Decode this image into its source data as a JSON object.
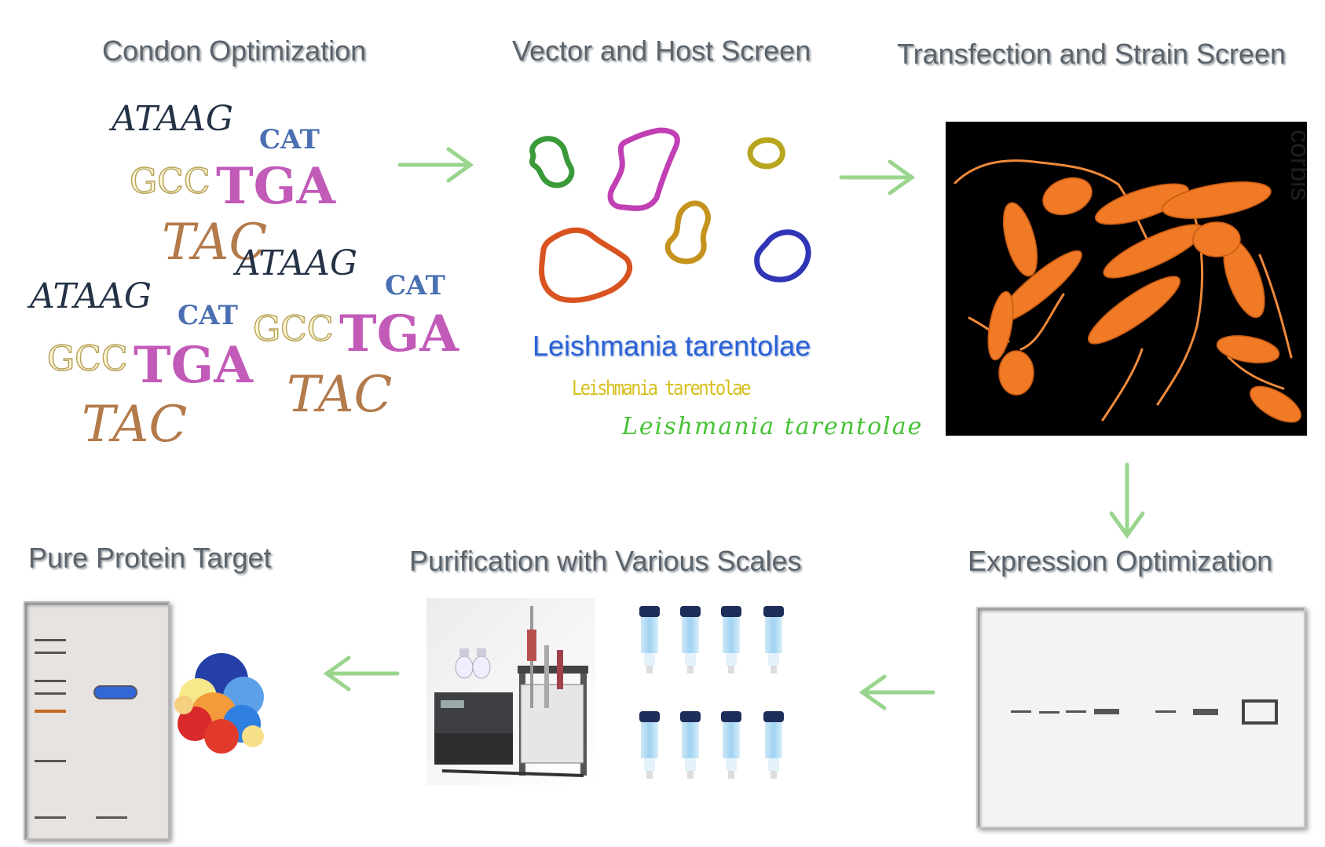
{
  "stages": {
    "codon": "Condon Optimization",
    "vector": "Vector and Host Screen",
    "transfection": "Transfection and Strain Screen",
    "expression": "Expression Optimization",
    "purification": "Purification with Various Scales",
    "pure": "Pure Protein Target"
  },
  "codons": {
    "seq": "ATAAG",
    "cat": "CAT",
    "gcc": "GCC",
    "tga": "TGA",
    "tac": "TAC"
  },
  "species": {
    "name1": "Leishmania tarentolae",
    "name2": "Leishmania tarentolae",
    "name3": "Leishmania tarentolae"
  },
  "watermark": "corbis",
  "colors": {
    "arrow": "#9ad58e",
    "cat": "#4a6fb2",
    "tga": "#c25ab8",
    "tac": "#b37a4b",
    "seq_green": "#6fc258",
    "species_blue": "#2a62d6",
    "species_yellow": "#d7c01e",
    "species_green": "#46c335",
    "parasite": "#f07a25"
  }
}
